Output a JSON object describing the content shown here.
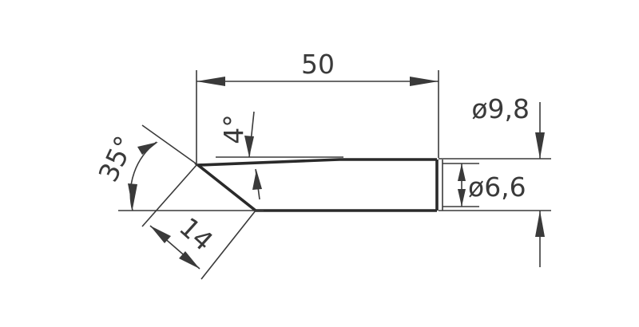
{
  "drawing": {
    "dimensions": {
      "length": "50",
      "outer_diameter": "ø9,8",
      "inner_diameter": "ø6,6",
      "taper_angle": "4°",
      "bevel_angle": "35°",
      "bevel_length": "14"
    },
    "colors": {
      "line": "#3a3a3a",
      "outline": "#2a2a2a",
      "background": "#ffffff"
    }
  }
}
